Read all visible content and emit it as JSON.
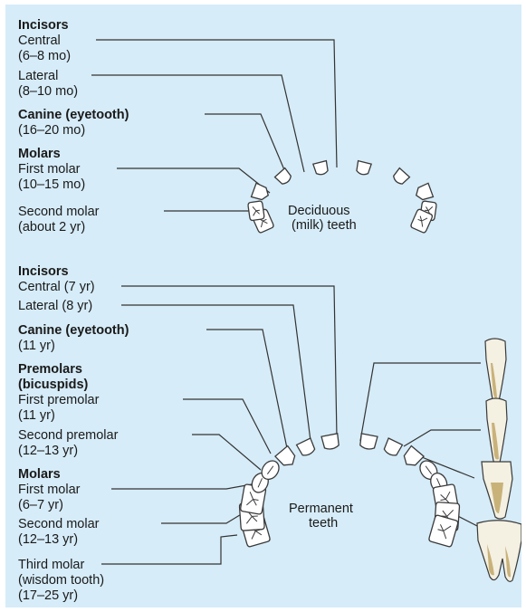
{
  "deciduous": {
    "incisors_heading": "Incisors",
    "central_1": "Central",
    "central_2": "(6–8 mo)",
    "lateral_1": "Lateral",
    "lateral_2": "(8–10 mo)",
    "canine_1": "Canine (eyetooth)",
    "canine_2": "(16–20 mo)",
    "molars_heading": "Molars",
    "first_molar_1": "First molar",
    "first_molar_2": "(10–15 mo)",
    "second_molar_1": "Second molar",
    "second_molar_2": "(about 2 yr)",
    "caption_1": "Deciduous",
    "caption_2": "(milk) teeth"
  },
  "permanent": {
    "incisors_heading": "Incisors",
    "central": "Central (7 yr)",
    "lateral": "Lateral (8 yr)",
    "canine_1": "Canine (eyetooth)",
    "canine_2": "(11 yr)",
    "premolars_heading_1": "Premolars",
    "premolars_heading_2": "(bicuspids)",
    "first_premolar_1": "First premolar",
    "first_premolar_2": "(11 yr)",
    "second_premolar_1": "Second premolar",
    "second_premolar_2": "(12–13 yr)",
    "molars_heading": "Molars",
    "first_molar_1": "First molar",
    "first_molar_2": "(6–7 yr)",
    "second_molar_1": "Second molar",
    "second_molar_2": "(12–13 yr)",
    "third_molar_1": "Third molar",
    "third_molar_2": "(wisdom tooth)",
    "third_molar_3": "(17–25 yr)",
    "caption_1": "Permanent",
    "caption_2": "teeth"
  },
  "colors": {
    "background": "#d6ecf8",
    "tooth_fill": "#ffffff",
    "leader_line": "#333333"
  }
}
